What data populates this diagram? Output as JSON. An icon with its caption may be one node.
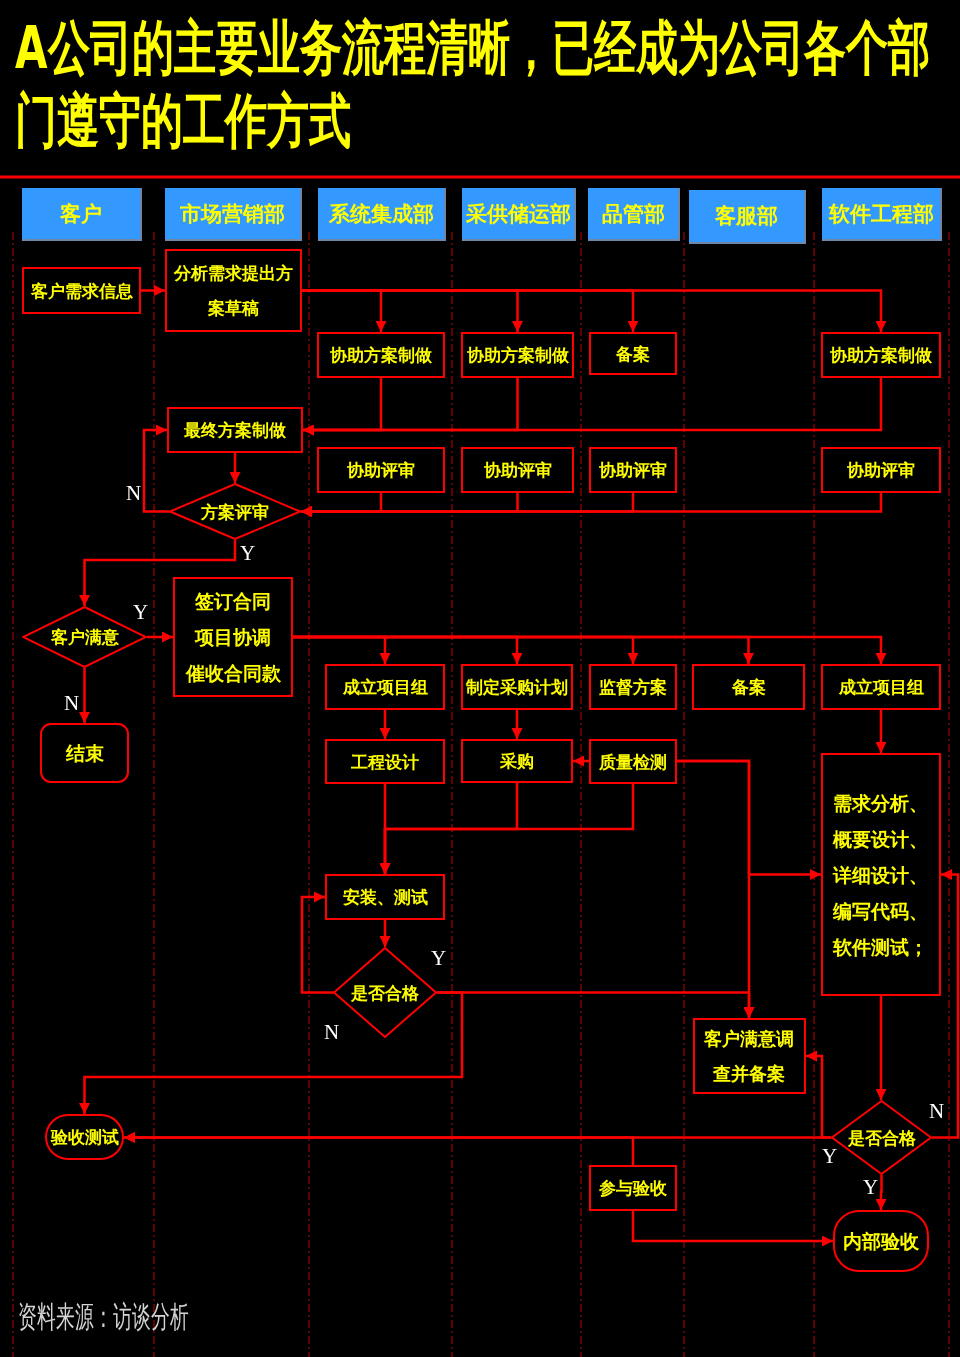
{
  "diagram": {
    "title": "A公司的主要业务流程清晰，已经成为公司各个部门遵守的工作方式",
    "nodes": [
      {
        "text": [
          "客户"
        ]
      },
      {
        "text": [
          "市场营销部"
        ]
      },
      {
        "text": [
          "系统集成部"
        ]
      },
      {
        "text": [
          "采供储运部"
        ]
      },
      {
        "text": [
          "品管部"
        ]
      },
      {
        "text": [
          "客服部"
        ]
      },
      {
        "text": [
          "软件工程部"
        ]
      },
      {
        "text": [
          "客户需求信息"
        ]
      },
      {
        "text": [
          "分析需求提出方案草稿"
        ]
      },
      {
        "text": [
          "协助方案制做"
        ]
      },
      {
        "text": [
          "协助方案制做"
        ]
      },
      {
        "text": [
          "备案"
        ]
      },
      {
        "text": [
          "协助方案制做"
        ]
      },
      {
        "text": [
          "最终方案制做"
        ]
      },
      {
        "text": [
          "协助评审"
        ]
      },
      {
        "text": [
          "协助评审"
        ]
      },
      {
        "text": [
          "协助评审"
        ]
      },
      {
        "text": [
          "协助评审"
        ]
      },
      {
        "text": [
          "方案评审"
        ]
      },
      {
        "text": [
          "客户满意"
        ]
      },
      {
        "text": [
          "签订合同",
          "项目协调",
          "催收合同款"
        ]
      },
      {
        "text": [
          "结束"
        ]
      },
      {
        "text": [
          "成立项目组"
        ]
      },
      {
        "text": [
          "制定采购计划"
        ]
      },
      {
        "text": [
          "监督方案"
        ]
      },
      {
        "text": [
          "备案"
        ]
      },
      {
        "text": [
          "成立项目组"
        ]
      },
      {
        "text": [
          "工程设计"
        ]
      },
      {
        "text": [
          "采购"
        ]
      },
      {
        "text": [
          "质量检测"
        ]
      },
      {
        "text": [
          "需求分析、概要设计、详细设计、编写代码、软件测试；"
        ]
      },
      {
        "text": [
          "安装、测试"
        ]
      },
      {
        "text": [
          "是否合格"
        ]
      },
      {
        "text": [
          "客户满意调查并备案"
        ]
      },
      {
        "text": [
          "验收测试"
        ]
      },
      {
        "text": [
          "是否合格"
        ]
      },
      {
        "text": [
          "参与验收"
        ]
      },
      {
        "text": [
          "内部验收"
        ]
      }
    ],
    "edges": [
      {
        "from": 7,
        "to": 8,
        "arrow": "to"
      },
      {
        "from": 8,
        "to": 9,
        "arrow": "to"
      },
      {
        "from": 8,
        "to": 10,
        "arrow": "to"
      },
      {
        "from": 8,
        "to": 11,
        "arrow": "to"
      },
      {
        "from": 8,
        "to": 12,
        "arrow": "to"
      },
      {
        "from": 9,
        "to": 13,
        "arrow": "to"
      },
      {
        "from": 10,
        "to": 13,
        "arrow": "to"
      },
      {
        "from": 12,
        "to": 13,
        "arrow": "to"
      },
      {
        "from": 13,
        "to": 18,
        "arrow": "to"
      },
      {
        "from": 14,
        "to": 18,
        "arrow": "to"
      },
      {
        "from": 15,
        "to": 18,
        "arrow": "to"
      },
      {
        "from": 16,
        "to": 18,
        "arrow": "to"
      },
      {
        "from": 17,
        "to": 18,
        "arrow": "to"
      },
      {
        "from": 18,
        "to": 13,
        "arrow": "to",
        "label": "N"
      },
      {
        "from": 18,
        "to": 19,
        "arrow": "to",
        "label": "Y"
      },
      {
        "from": 19,
        "to": 20,
        "arrow": "to",
        "label": "Y"
      },
      {
        "from": 19,
        "to": 21,
        "arrow": "to",
        "label": "N"
      },
      {
        "from": 20,
        "to": 22,
        "arrow": "to"
      },
      {
        "from": 20,
        "to": 23,
        "arrow": "to"
      },
      {
        "from": 20,
        "to": 24,
        "arrow": "to"
      },
      {
        "from": 20,
        "to": 25,
        "arrow": "to"
      },
      {
        "from": 20,
        "to": 26,
        "arrow": "to"
      },
      {
        "from": 22,
        "to": 27,
        "arrow": "to"
      },
      {
        "from": 23,
        "to": 28,
        "arrow": "to"
      },
      {
        "from": 29,
        "to": 28,
        "arrow": "to"
      },
      {
        "from": 26,
        "to": 30,
        "arrow": "to"
      },
      {
        "from": 27,
        "to": 31,
        "arrow": "to"
      },
      {
        "from": 28,
        "to": 31,
        "arrow": "to"
      },
      {
        "from": 29,
        "to": 31,
        "arrow": "to"
      },
      {
        "from": 29,
        "to": 30,
        "arrow": "to"
      },
      {
        "from": 29,
        "to": 33,
        "arrow": "to"
      },
      {
        "from": 31,
        "to": 32,
        "arrow": "to"
      },
      {
        "from": 32,
        "to": 31,
        "arrow": "to",
        "label": "N"
      },
      {
        "from": 32,
        "to": 33,
        "arrow": "to",
        "label": "Y"
      },
      {
        "from": 32,
        "to": 34,
        "arrow": "to"
      },
      {
        "from": 30,
        "to": 35,
        "arrow": "to"
      },
      {
        "from": 35,
        "to": 30,
        "arrow": "to",
        "label": "N"
      },
      {
        "from": 35,
        "to": 37,
        "arrow": "to",
        "label": "Y"
      },
      {
        "from": 35,
        "to": 34,
        "arrow": "to",
        "label": "Y"
      },
      {
        "from": 35,
        "to": 33,
        "arrow": "to"
      },
      {
        "from": 36,
        "to": 34,
        "arrow": "to"
      },
      {
        "from": 36,
        "to": 37,
        "arrow": "to"
      }
    ],
    "labels": [
      "资料来源：访谈分析"
    ]
  }
}
